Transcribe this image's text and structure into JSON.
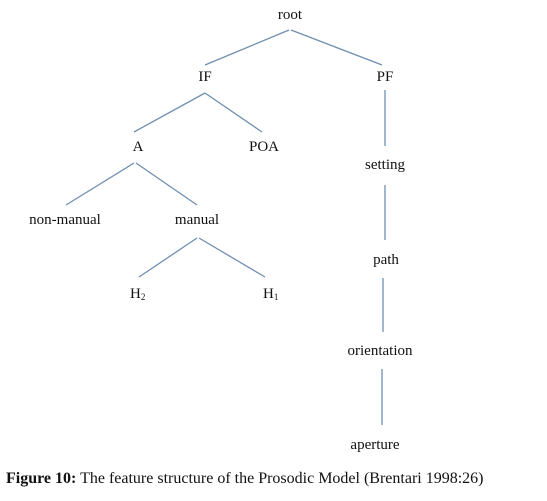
{
  "nodes": {
    "root": "root",
    "if": "IF",
    "pf": "PF",
    "a": "A",
    "poa": "POA",
    "non_manual": "non-manual",
    "manual": "manual",
    "h2_base": "H",
    "h2_sub": "2",
    "h1_base": "H",
    "h1_sub": "1",
    "setting": "setting",
    "path": "path",
    "orientation": "orientation",
    "aperture": "aperture"
  },
  "caption": {
    "label": "Figure 10:",
    "text": " The feature structure of the Prosodic Model (Brentari 1998:26)"
  }
}
